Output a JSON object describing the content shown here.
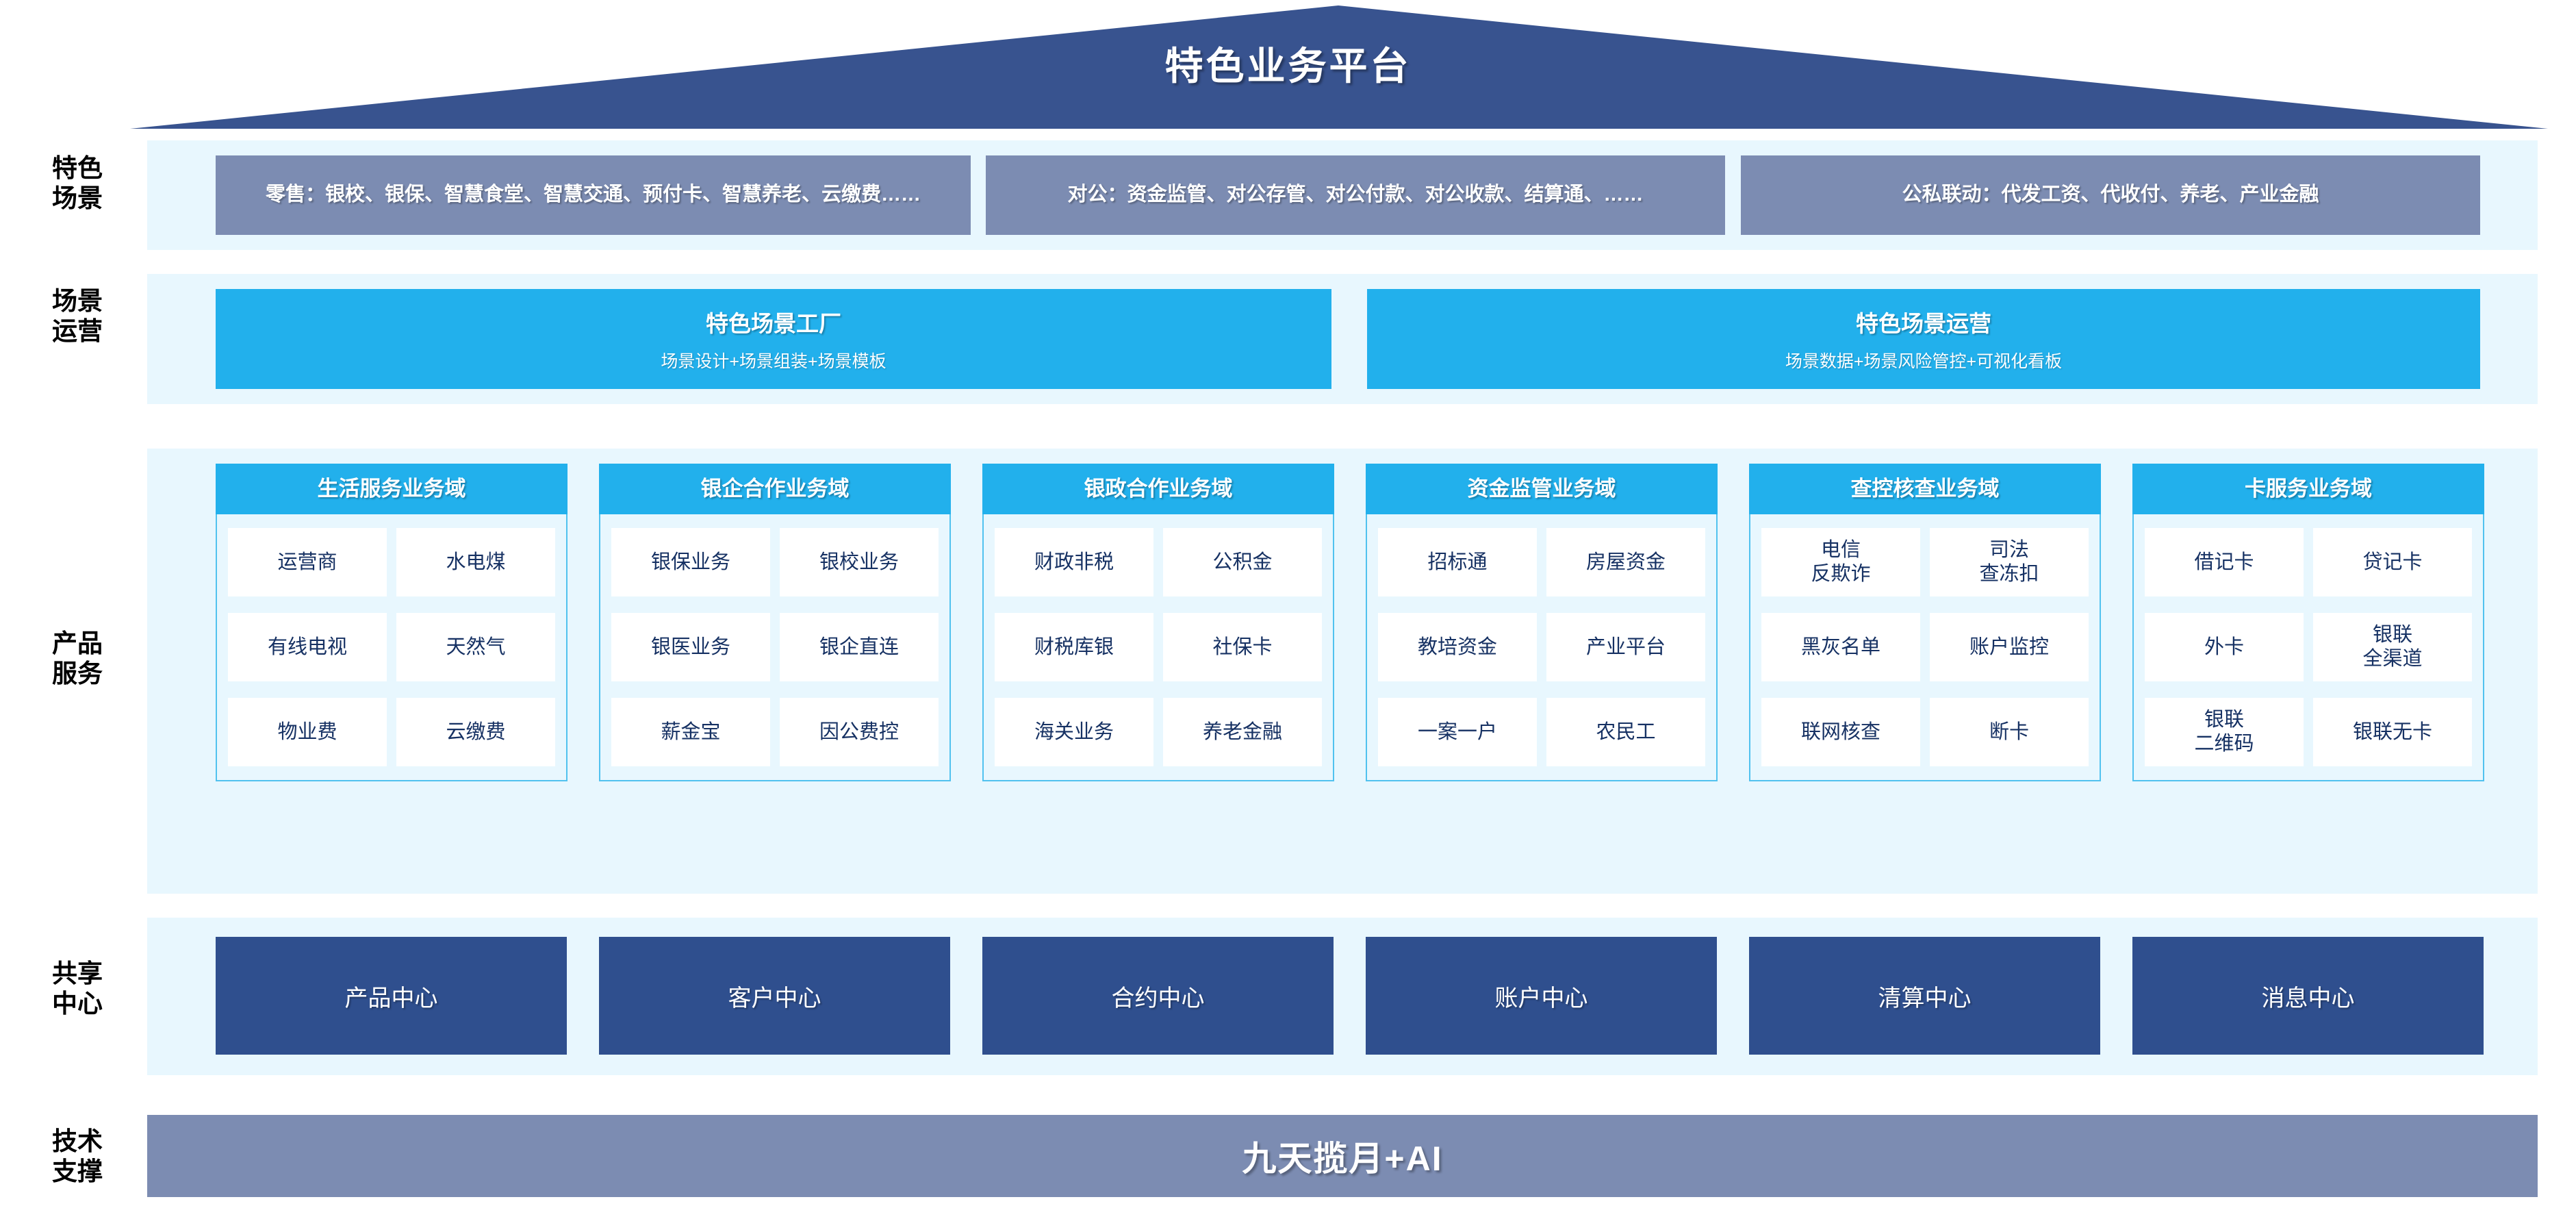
{
  "roof": {
    "title": "特色业务平台",
    "color": "#38538f"
  },
  "colors": {
    "panel_bg": "#e8f7fe",
    "scenario_box": "#7c8cb2",
    "cyan": "#22b0ec",
    "navy": "#2f4f8e",
    "cell_text": "#163163"
  },
  "rows": {
    "scenario_label": "特色\n场景",
    "operation_label": "场景\n运营",
    "product_label": "产品\n服务",
    "shared_label": "共享\n中心",
    "tech_label": "技术\n支撑"
  },
  "scenarios": [
    {
      "name": "retail",
      "text": "零售：银校、银保、智慧食堂、智慧交通、预付卡、智慧养老、云缴费……"
    },
    {
      "name": "corporate",
      "text": "对公：资金监管、对公存管、对公付款、对公收款、结算通、……"
    },
    {
      "name": "linkage",
      "text": "公私联动：代发工资、代收付、养老、产业金融"
    }
  ],
  "operations": [
    {
      "title": "特色场景工厂",
      "subtitle": "场景设计+场景组装+场景模板"
    },
    {
      "title": "特色场景运营",
      "subtitle": "场景数据+场景风险管控+可视化看板"
    }
  ],
  "domains": [
    {
      "title": "生活服务业务域",
      "items": [
        "运营商",
        "水电煤",
        "有线电视",
        "天然气",
        "物业费",
        "云缴费"
      ]
    },
    {
      "title": "银企合作业务域",
      "items": [
        "银保业务",
        "银校业务",
        "银医业务",
        "银企直连",
        "薪金宝",
        "因公费控"
      ]
    },
    {
      "title": "银政合作业务域",
      "items": [
        "财政非税",
        "公积金",
        "财税库银",
        "社保卡",
        "海关业务",
        "养老金融"
      ]
    },
    {
      "title": "资金监管业务域",
      "items": [
        "招标通",
        "房屋资金",
        "教培资金",
        "产业平台",
        "一案一户",
        "农民工"
      ]
    },
    {
      "title": "查控核查业务域",
      "items": [
        "电信\n反欺诈",
        "司法\n查冻扣",
        "黑灰名单",
        "账户监控",
        "联网核查",
        "断卡"
      ]
    },
    {
      "title": "卡服务业务域",
      "items": [
        "借记卡",
        "贷记卡",
        "外卡",
        "银联\n全渠道",
        "银联\n二维码",
        "银联无卡"
      ]
    }
  ],
  "shared_centers": [
    "产品中心",
    "客户中心",
    "合约中心",
    "账户中心",
    "清算中心",
    "消息中心"
  ],
  "tech_support": {
    "title": "九天揽月+AI"
  }
}
